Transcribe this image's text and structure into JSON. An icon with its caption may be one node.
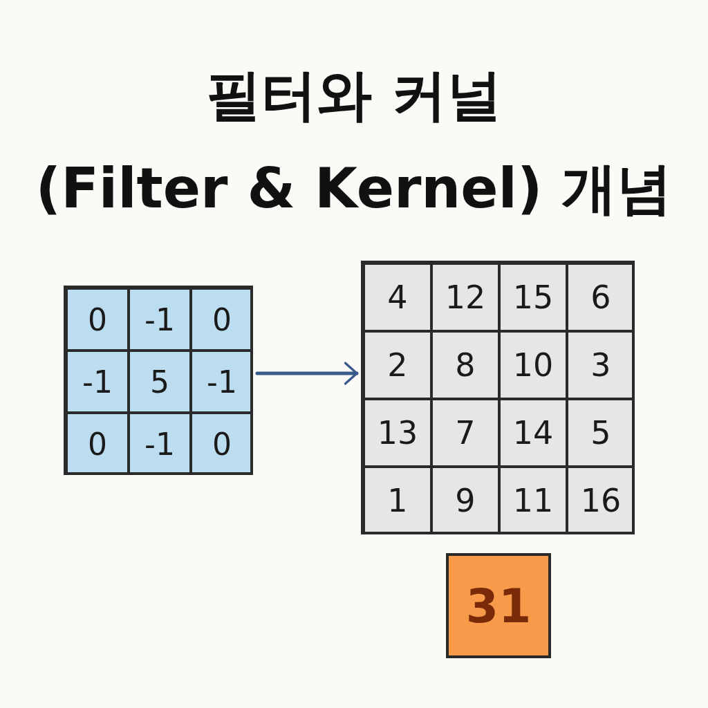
{
  "diagram": {
    "title": "필터와 커널 (Filter & Kernel) 개념",
    "nodes": [
      {
        "text": [],
        "shape": "box"
      },
      {
        "text": [
          "0"
        ],
        "in": 0
      },
      {
        "text": [
          "-1"
        ],
        "in": 0
      },
      {
        "text": [
          "0"
        ],
        "in": 0
      },
      {
        "text": [
          "-1"
        ],
        "in": 0
      },
      {
        "text": [
          "5"
        ],
        "in": 0
      },
      {
        "text": [
          "-1"
        ],
        "in": 0
      },
      {
        "text": [
          "0"
        ],
        "in": 0
      },
      {
        "text": [
          "-1"
        ],
        "in": 0
      },
      {
        "text": [
          "0"
        ],
        "in": 0
      },
      {
        "text": [],
        "shape": "box"
      },
      {
        "text": [
          "4"
        ],
        "in": 10
      },
      {
        "text": [
          "12"
        ],
        "in": 10
      },
      {
        "text": [
          "15"
        ],
        "in": 10
      },
      {
        "text": [
          "6"
        ],
        "in": 10
      },
      {
        "text": [
          "2"
        ],
        "in": 10
      },
      {
        "text": [
          "8"
        ],
        "in": 10
      },
      {
        "text": [
          "10"
        ],
        "in": 10
      },
      {
        "text": [
          "3"
        ],
        "in": 10
      },
      {
        "text": [
          "13"
        ],
        "in": 10
      },
      {
        "text": [
          "7"
        ],
        "in": 10
      },
      {
        "text": [
          "14"
        ],
        "in": 10
      },
      {
        "text": [
          "5"
        ],
        "in": 10
      },
      {
        "text": [
          "1"
        ],
        "in": 10
      },
      {
        "text": [
          "9"
        ],
        "in": 10
      },
      {
        "text": [
          "11"
        ],
        "in": 10
      },
      {
        "text": [
          "16"
        ],
        "in": 10
      },
      {
        "text": [
          "31"
        ]
      }
    ],
    "edges": [
      {
        "from": 0,
        "to": 10,
        "arrow": "to",
        "color": "#3a5a8c"
      }
    ]
  }
}
